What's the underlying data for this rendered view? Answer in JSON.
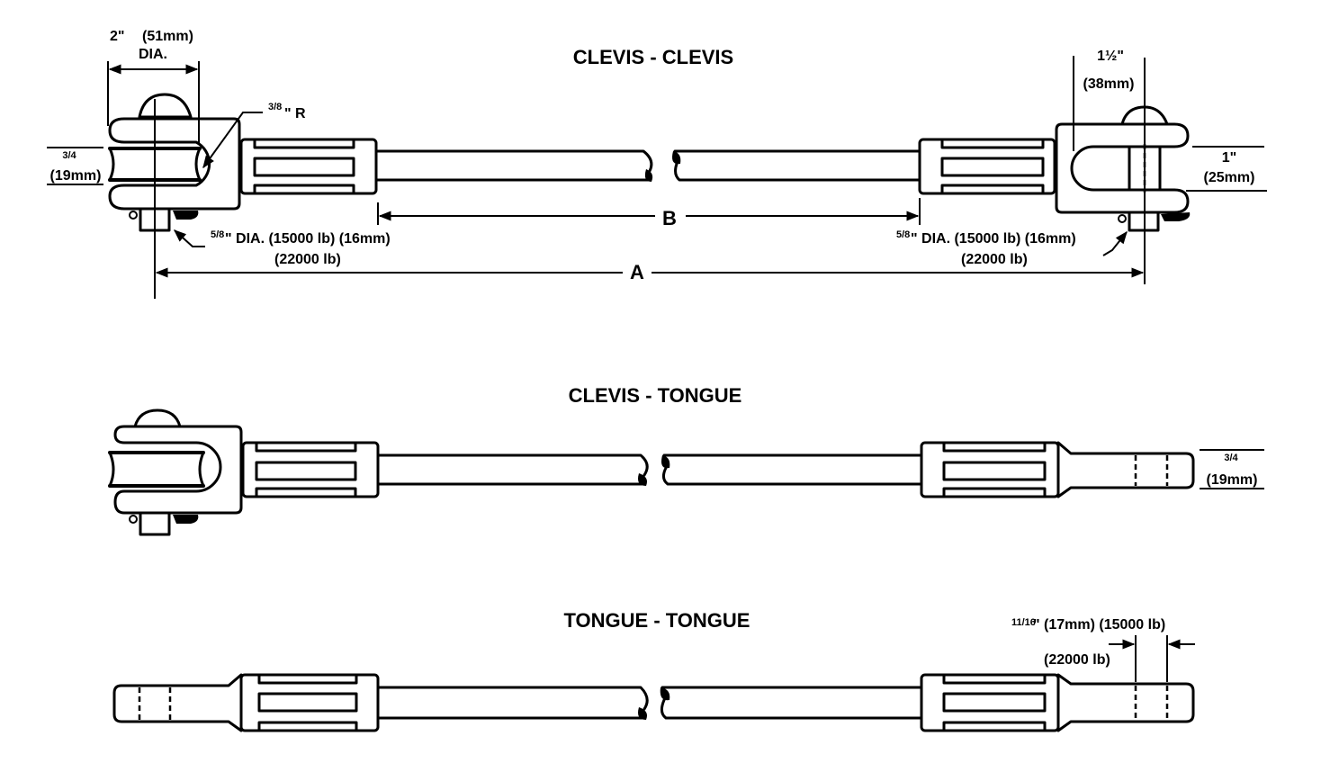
{
  "assemblies": [
    {
      "title": "CLEVIS - CLEVIS",
      "left_end": "clevis",
      "right_end": "clevis"
    },
    {
      "title": "CLEVIS - TONGUE",
      "left_end": "clevis",
      "right_end": "tongue"
    },
    {
      "title": "TONGUE - TONGUE",
      "left_end": "tongue",
      "right_end": "tongue"
    }
  ],
  "dimensions": {
    "sheave_dia_in": "2\"",
    "sheave_dia_mm": "(51mm)",
    "sheave_dia_suffix": "DIA.",
    "radius_label_frac": "3/8",
    "radius_label": "\" R",
    "groove_frac": "3/4",
    "groove_mm": "(19mm)",
    "pin_left_frac": "5/8",
    "pin_left_text": "\" DIA. (15000 lb) (16mm)",
    "pin_left_alt": "(22000 lb)",
    "pin_right_frac": "5/8",
    "pin_right_text": "\" DIA. (15000 lb) (16mm)",
    "pin_right_alt": "(22000 lb)",
    "jaw_depth_in": "1½\"",
    "jaw_depth_mm": "(38mm)",
    "jaw_opening_in": "1\"",
    "jaw_opening_mm": "(25mm)",
    "overall_length": "A",
    "body_length": "B",
    "tongue_thickness_frac": "3/4",
    "tongue_thickness_mm": "(19mm)",
    "tongue_hole_frac": "11/16",
    "tongue_hole_text": "\" (17mm) (15000 lb)",
    "tongue_hole_alt": "(22000 lb)"
  }
}
